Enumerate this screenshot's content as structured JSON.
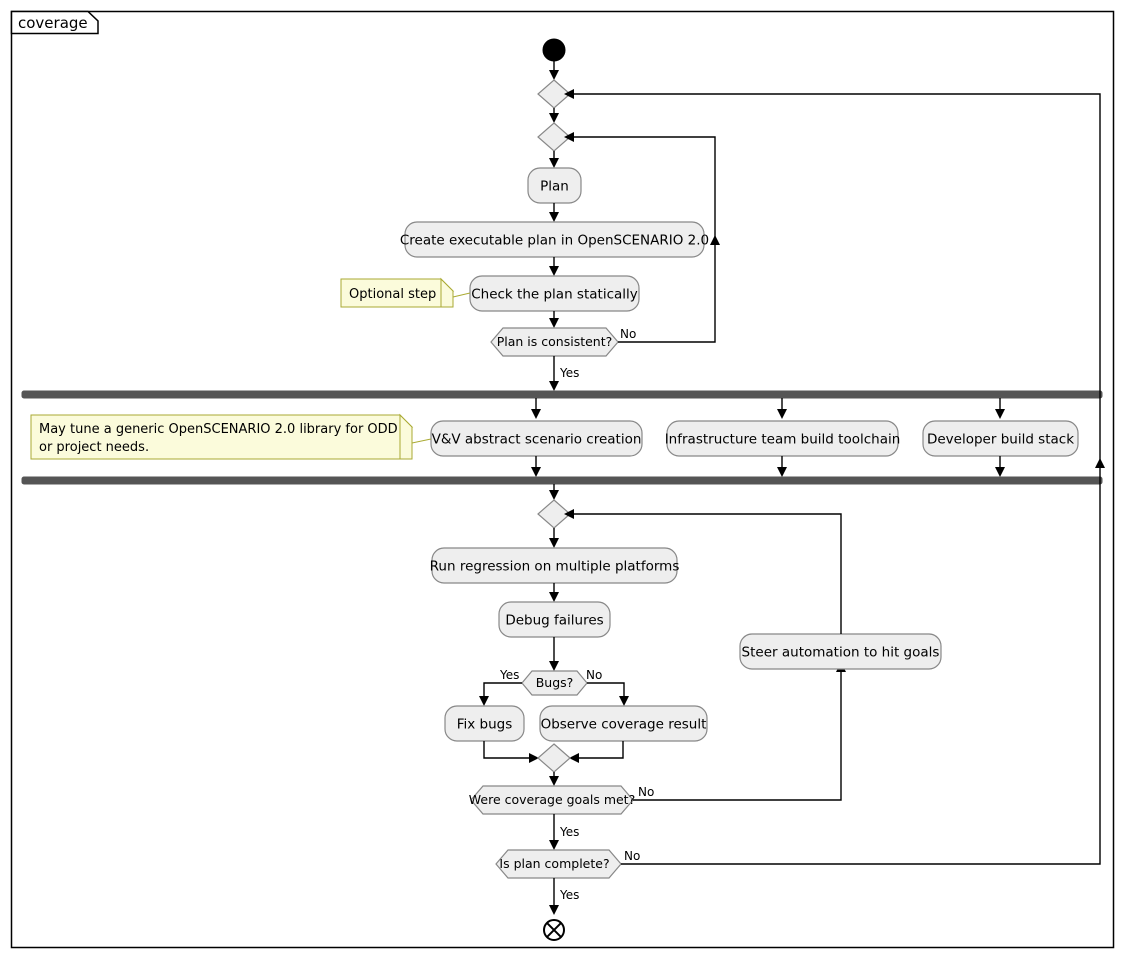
{
  "frame": {
    "label": "coverage"
  },
  "nodes": {
    "start": "start-node",
    "merge_outer": "merge-diamond-outer",
    "merge_plan": "merge-diamond-plan",
    "plan": "Plan",
    "create_plan": "Create executable plan in OpenSCENARIO 2.0",
    "check_plan": "Check the plan statically",
    "plan_consistent": "Plan is consistent?",
    "vv_scenario": "V&V abstract scenario creation",
    "infra_toolchain": "Infrastructure team build toolchain",
    "dev_stack": "Developer build stack",
    "merge_regression": "merge-diamond-regression",
    "run_regression": "Run regression on multiple platforms",
    "debug_failures": "Debug failures",
    "bugs_decision": "Bugs?",
    "fix_bugs": "Fix bugs",
    "observe_coverage": "Observe coverage result",
    "merge_bugs": "merge-diamond-bugs",
    "coverage_goals": "Were coverage goals met?",
    "is_plan_complete": "Is plan complete?",
    "steer_automation": "Steer automation to hit goals",
    "end": "flow-final-node"
  },
  "guards": {
    "plan_consistent_no": "No",
    "plan_consistent_yes": "Yes",
    "bugs_yes": "Yes",
    "bugs_no": "No",
    "coverage_goals_no": "No",
    "coverage_goals_yes": "Yes",
    "plan_complete_no": "No",
    "plan_complete_yes": "Yes"
  },
  "notes": {
    "optional_step": "Optional step",
    "library_tune_line1": "May tune a generic OpenSCENARIO 2.0 library for ODD",
    "library_tune_line2": "or project needs."
  },
  "colors": {
    "activity_fill": "#EEEEEE",
    "activity_stroke": "#888888",
    "note_fill": "#FBFBDB",
    "note_stroke": "#AAAA33",
    "bar_fill": "#555555",
    "edge_stroke": "#000000",
    "frame_stroke": "#000000"
  }
}
